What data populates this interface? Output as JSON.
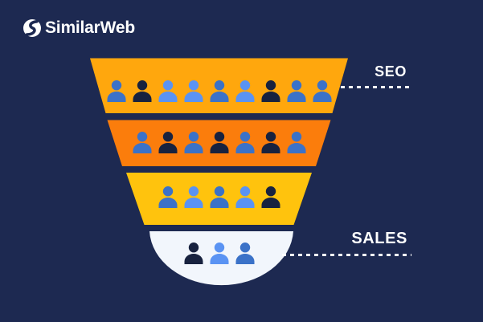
{
  "logo": {
    "text": "SimilarWeb"
  },
  "labels": {
    "seo": "SEO",
    "sales": "SALES"
  },
  "colors": {
    "background": "#1D2951",
    "label_text": "#FFFFFF",
    "dash_line": "#FFFFFF",
    "logo_mark": "#FFFFFF",
    "stage1_fill": "#FFA70D",
    "stage2_fill": "#FB7D0C",
    "stage3_fill": "#FFC30D",
    "stage4_fill": "#F2F6FC",
    "person_dark": "#18223F",
    "person_medium": "#3B72C8",
    "person_light": "#5A93F3"
  },
  "funnel": {
    "type": "funnel",
    "description": "Marketing funnel from SEO traffic (top) to Sales (bottom), people icons per stage",
    "stages": [
      {
        "name": "stage-1-seo-top",
        "fill": "stage1_fill",
        "people_count": 9,
        "people": [
          "medium",
          "dark",
          "light",
          "light",
          "medium",
          "light",
          "dark",
          "medium",
          "medium"
        ]
      },
      {
        "name": "stage-2",
        "fill": "stage2_fill",
        "people_count": 7,
        "people": [
          "medium",
          "dark",
          "medium",
          "dark",
          "medium",
          "dark",
          "medium"
        ]
      },
      {
        "name": "stage-3",
        "fill": "stage3_fill",
        "people_count": 5,
        "people": [
          "medium",
          "light",
          "medium",
          "light",
          "dark"
        ]
      },
      {
        "name": "stage-4-sales-bottom",
        "fill": "stage4_fill",
        "people_count": 3,
        "people": [
          "dark",
          "light",
          "medium"
        ]
      }
    ]
  }
}
